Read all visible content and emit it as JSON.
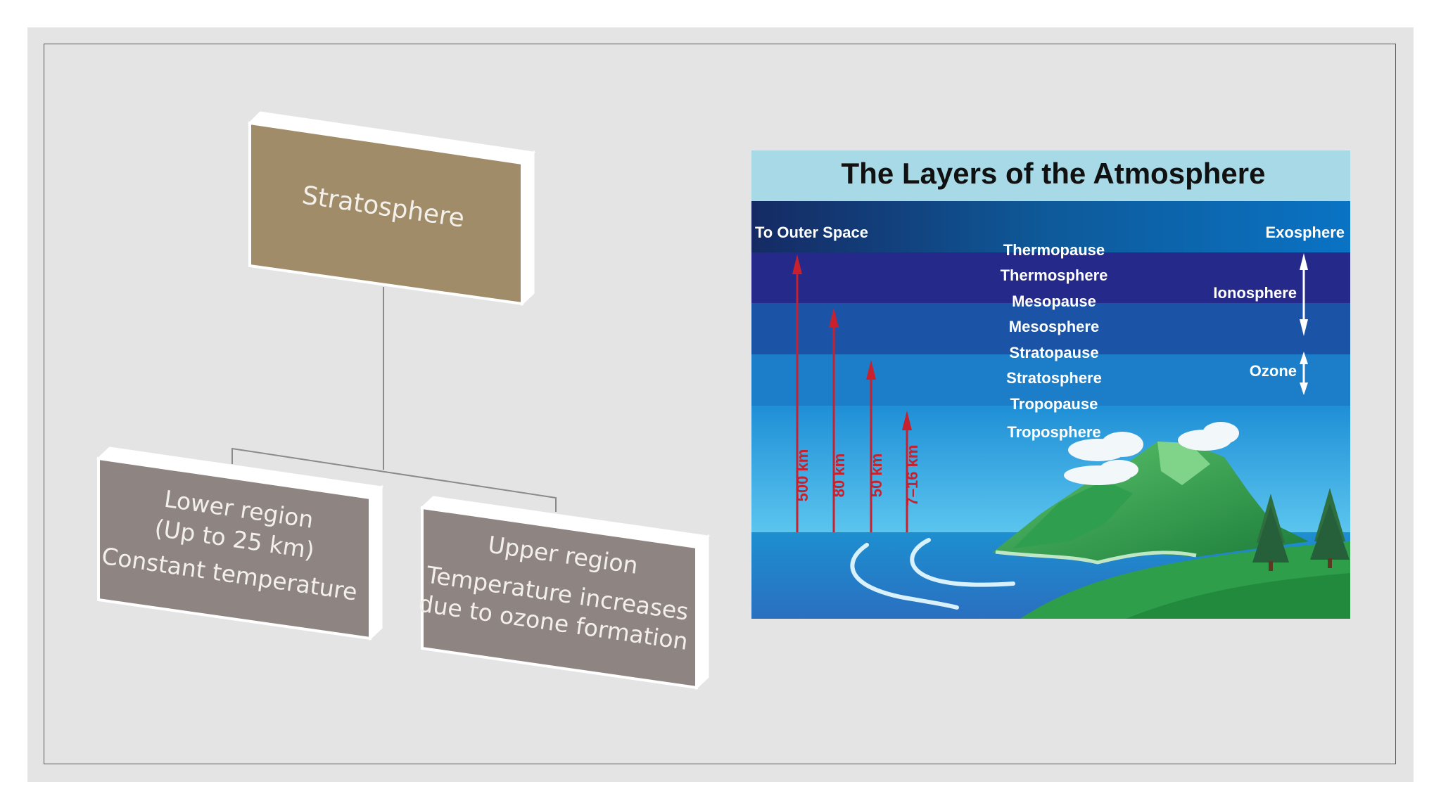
{
  "org_chart": {
    "root": {
      "label": "Stratosphere",
      "color": "#a08c69"
    },
    "lower": {
      "line1": "Lower region",
      "line2": "(Up to 25 km)",
      "line3": "Constant temperature",
      "color": "#8e8583"
    },
    "upper": {
      "line1": "Upper region",
      "line2": "Temperature increases",
      "line3": "due to ozone formation",
      "color": "#8e8583"
    }
  },
  "atmosphere_figure": {
    "title": "The Layers of the Atmosphere",
    "left_top_label": "To Outer Space",
    "right_top_label": "Exosphere",
    "layers": [
      "Thermopause",
      "Thermosphere",
      "Mesopause",
      "Mesosphere",
      "Stratopause",
      "Stratosphere",
      "Tropopause",
      "Troposphere"
    ],
    "side_labels": {
      "ionosphere": "Ionosphere",
      "ozone": "Ozone"
    },
    "altitudes": [
      "500 km",
      "80 km",
      "50 km",
      "7–16 km"
    ],
    "colors": {
      "title_band": "#a7d9e6",
      "band_dark": "#1c2f86",
      "band_mid": "#1b53a6",
      "band_light": "#1c7ec8",
      "arrow_red": "#c8202d",
      "mountain_green": "#2e9e4a"
    }
  }
}
